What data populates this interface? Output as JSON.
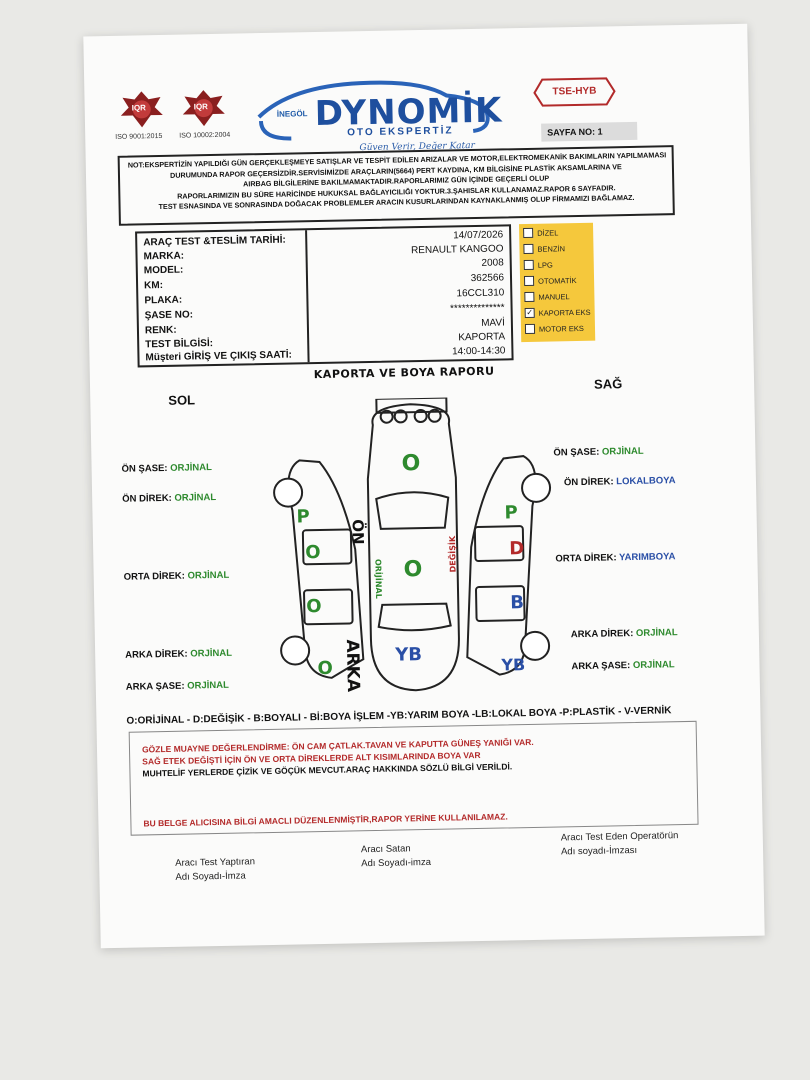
{
  "header": {
    "cert1_label": "IQR",
    "cert1_text": "ISO 9001:2015",
    "cert2_label": "IQR",
    "cert2_text": "ISO 10002:2004",
    "brand_city": "İNEGÖL",
    "brand_name": "DYNOMİK",
    "brand_sub": "OTO EKSPERTİZ",
    "brand_slogan": "Güven Verir, Değer Katar",
    "tse_label": "TSE-HYB",
    "page_label": "SAYFA NO: 1"
  },
  "note": {
    "lines": [
      "NOT:EKSPERTİZİN YAPILDIĞI GÜN GERÇEKLEŞMEYE SATIŞLAR VE TESPİT EDİLEN ARIZALAR VE MOTOR,ELEKTROMEKANİK BAKIMLARIN YAPILMAMASI",
      "DURUMUNDA RAPOR GEÇERSİZDİR.SERVİSİMİZDE ARAÇLARIN(5664) PERT KAYDINA, KM BİLGİSİNE PLASTİK AKSAMLARINA VE",
      "AIRBAG BİLGİLERİNE BAKILMAMAKTADIR.RAPORLARIMIZ GÜN İÇİNDE GEÇERLİ OLUP",
      "RAPORLARIMIZIN BU SÜRE HARİCİNDE HUKUKSAL BAĞLAYICILIĞI YOKTUR.3.ŞAHISLAR KULLANAMAZ.RAPOR 6 SAYFADIR.",
      "TEST ESNASINDA VE SONRASINDA DOĞACAK PROBLEMLER ARACIN KUSURLARINDAN KAYNAKLANMIŞ OLUP FİRMAMIZI BAĞLAMAZ."
    ]
  },
  "vehicle": {
    "rows": [
      {
        "label": "ARAÇ TEST &TESLİM TARİHİ:",
        "value": "14/07/2026"
      },
      {
        "label": "MARKA:",
        "value": "RENAULT KANGOO"
      },
      {
        "label": "MODEL:",
        "value": "2008"
      },
      {
        "label": "KM:",
        "value": "362566"
      },
      {
        "label": "PLAKA:",
        "value": "16CCL310"
      },
      {
        "label": "ŞASE NO:",
        "value": "**************"
      },
      {
        "label": "RENK:",
        "value": "MAVİ"
      },
      {
        "label": "TEST BİLGİSİ:",
        "value": "KAPORTA"
      },
      {
        "label": "Müşteri GİRİŞ VE ÇIKIŞ SAATİ:",
        "value": "14:00-14:30"
      }
    ]
  },
  "fuel": {
    "options": [
      {
        "label": "DİZEL",
        "checked": false
      },
      {
        "label": "BENZİN",
        "checked": false
      },
      {
        "label": "LPG",
        "checked": false
      },
      {
        "label": "OTOMATİK",
        "checked": false
      },
      {
        "label": "MANUEL",
        "checked": false
      },
      {
        "label": "KAPORTA EKS",
        "checked": true
      },
      {
        "label": "MOTOR EKS",
        "checked": false
      }
    ],
    "check_mark": "✓"
  },
  "report": {
    "title": "KAPORTA VE BOYA RAPORU",
    "left_side": "SOL",
    "right_side": "SAĞ",
    "front_label": "ÖN",
    "rear_label": "ARKA",
    "left_vertical": "ORİJİNAL",
    "right_vertical": "DEĞİŞİK",
    "left_parts": [
      {
        "name": "ÖN ŞASE:",
        "value": "ORJİNAL"
      },
      {
        "name": "ÖN DİREK:",
        "value": "ORJİNAL"
      },
      {
        "name": "ORTA DİREK:",
        "value": "ORJİNAL"
      },
      {
        "name": "ARKA DİREK:",
        "value": "ORJİNAL"
      },
      {
        "name": "ARKA ŞASE:",
        "value": "ORJİNAL"
      }
    ],
    "right_parts": [
      {
        "name": "ÖN ŞASE:",
        "value": "ORJİNAL"
      },
      {
        "name": "ÖN DİREK:",
        "value": "LOKALBOYA"
      },
      {
        "name": "ORTA DİREK:",
        "value": "YARIMBOYA"
      },
      {
        "name": "ARKA DİREK:",
        "value": "ORJİNAL"
      },
      {
        "name": "ARKA ŞASE:",
        "value": "ORJİNAL"
      }
    ],
    "car_marks": {
      "hood": "O",
      "roof": "O",
      "trunk": "YB",
      "left_fender": "P",
      "left_front_door": "O",
      "left_rear_door": "O",
      "left_quarter": "O",
      "right_fender": "P",
      "right_front_door": "D",
      "right_rear_door": "B",
      "right_quarter": "YB"
    },
    "colors": {
      "orijinal": "#2e8a2e",
      "degisik": "#b32a2a",
      "boyali": "#2a4fa6"
    }
  },
  "legend": "O:ORİJİNAL - D:DEĞİŞİK - B:BOYALI - Bİ:BOYA İŞLEM -YB:YARIM BOYA -LB:LOKAL BOYA -P:PLASTİK - V-VERNİK",
  "remarks": {
    "line1": "GÖZLE MUAYNE DEĞERLENDİRME: ÖN CAM ÇATLAK.TAVAN VE KAPUTTA GÜNEŞ YANIĞI VAR.",
    "line2": "SAĞ ETEK DEĞİŞTİ İÇİN ÖN VE ORTA DİREKLERDE ALT KISIMLARINDA BOYA VAR",
    "line3": "MUHTELİF YERLERDE ÇİZİK VE GÖÇÜK MEVCUT.ARAÇ HAKKINDA SÖZLÜ BİLGİ VERİLDİ.",
    "disclaimer": "BU BELGE ALICISINA BİLGİ AMACLI DÜZENLENMİŞTİR,RAPOR YERİNE KULLANILAMAZ."
  },
  "signatures": {
    "tester": {
      "line1": "Aracı Test Yaptıran",
      "line2": "Adı Soyadı-İmza"
    },
    "seller": {
      "line1": "Aracı Satan",
      "line2": "Adı Soyadı-imza"
    },
    "operator": {
      "line1": "Aracı Test Eden Operatörün",
      "line2": "Adı soyadı-İmzası"
    }
  }
}
